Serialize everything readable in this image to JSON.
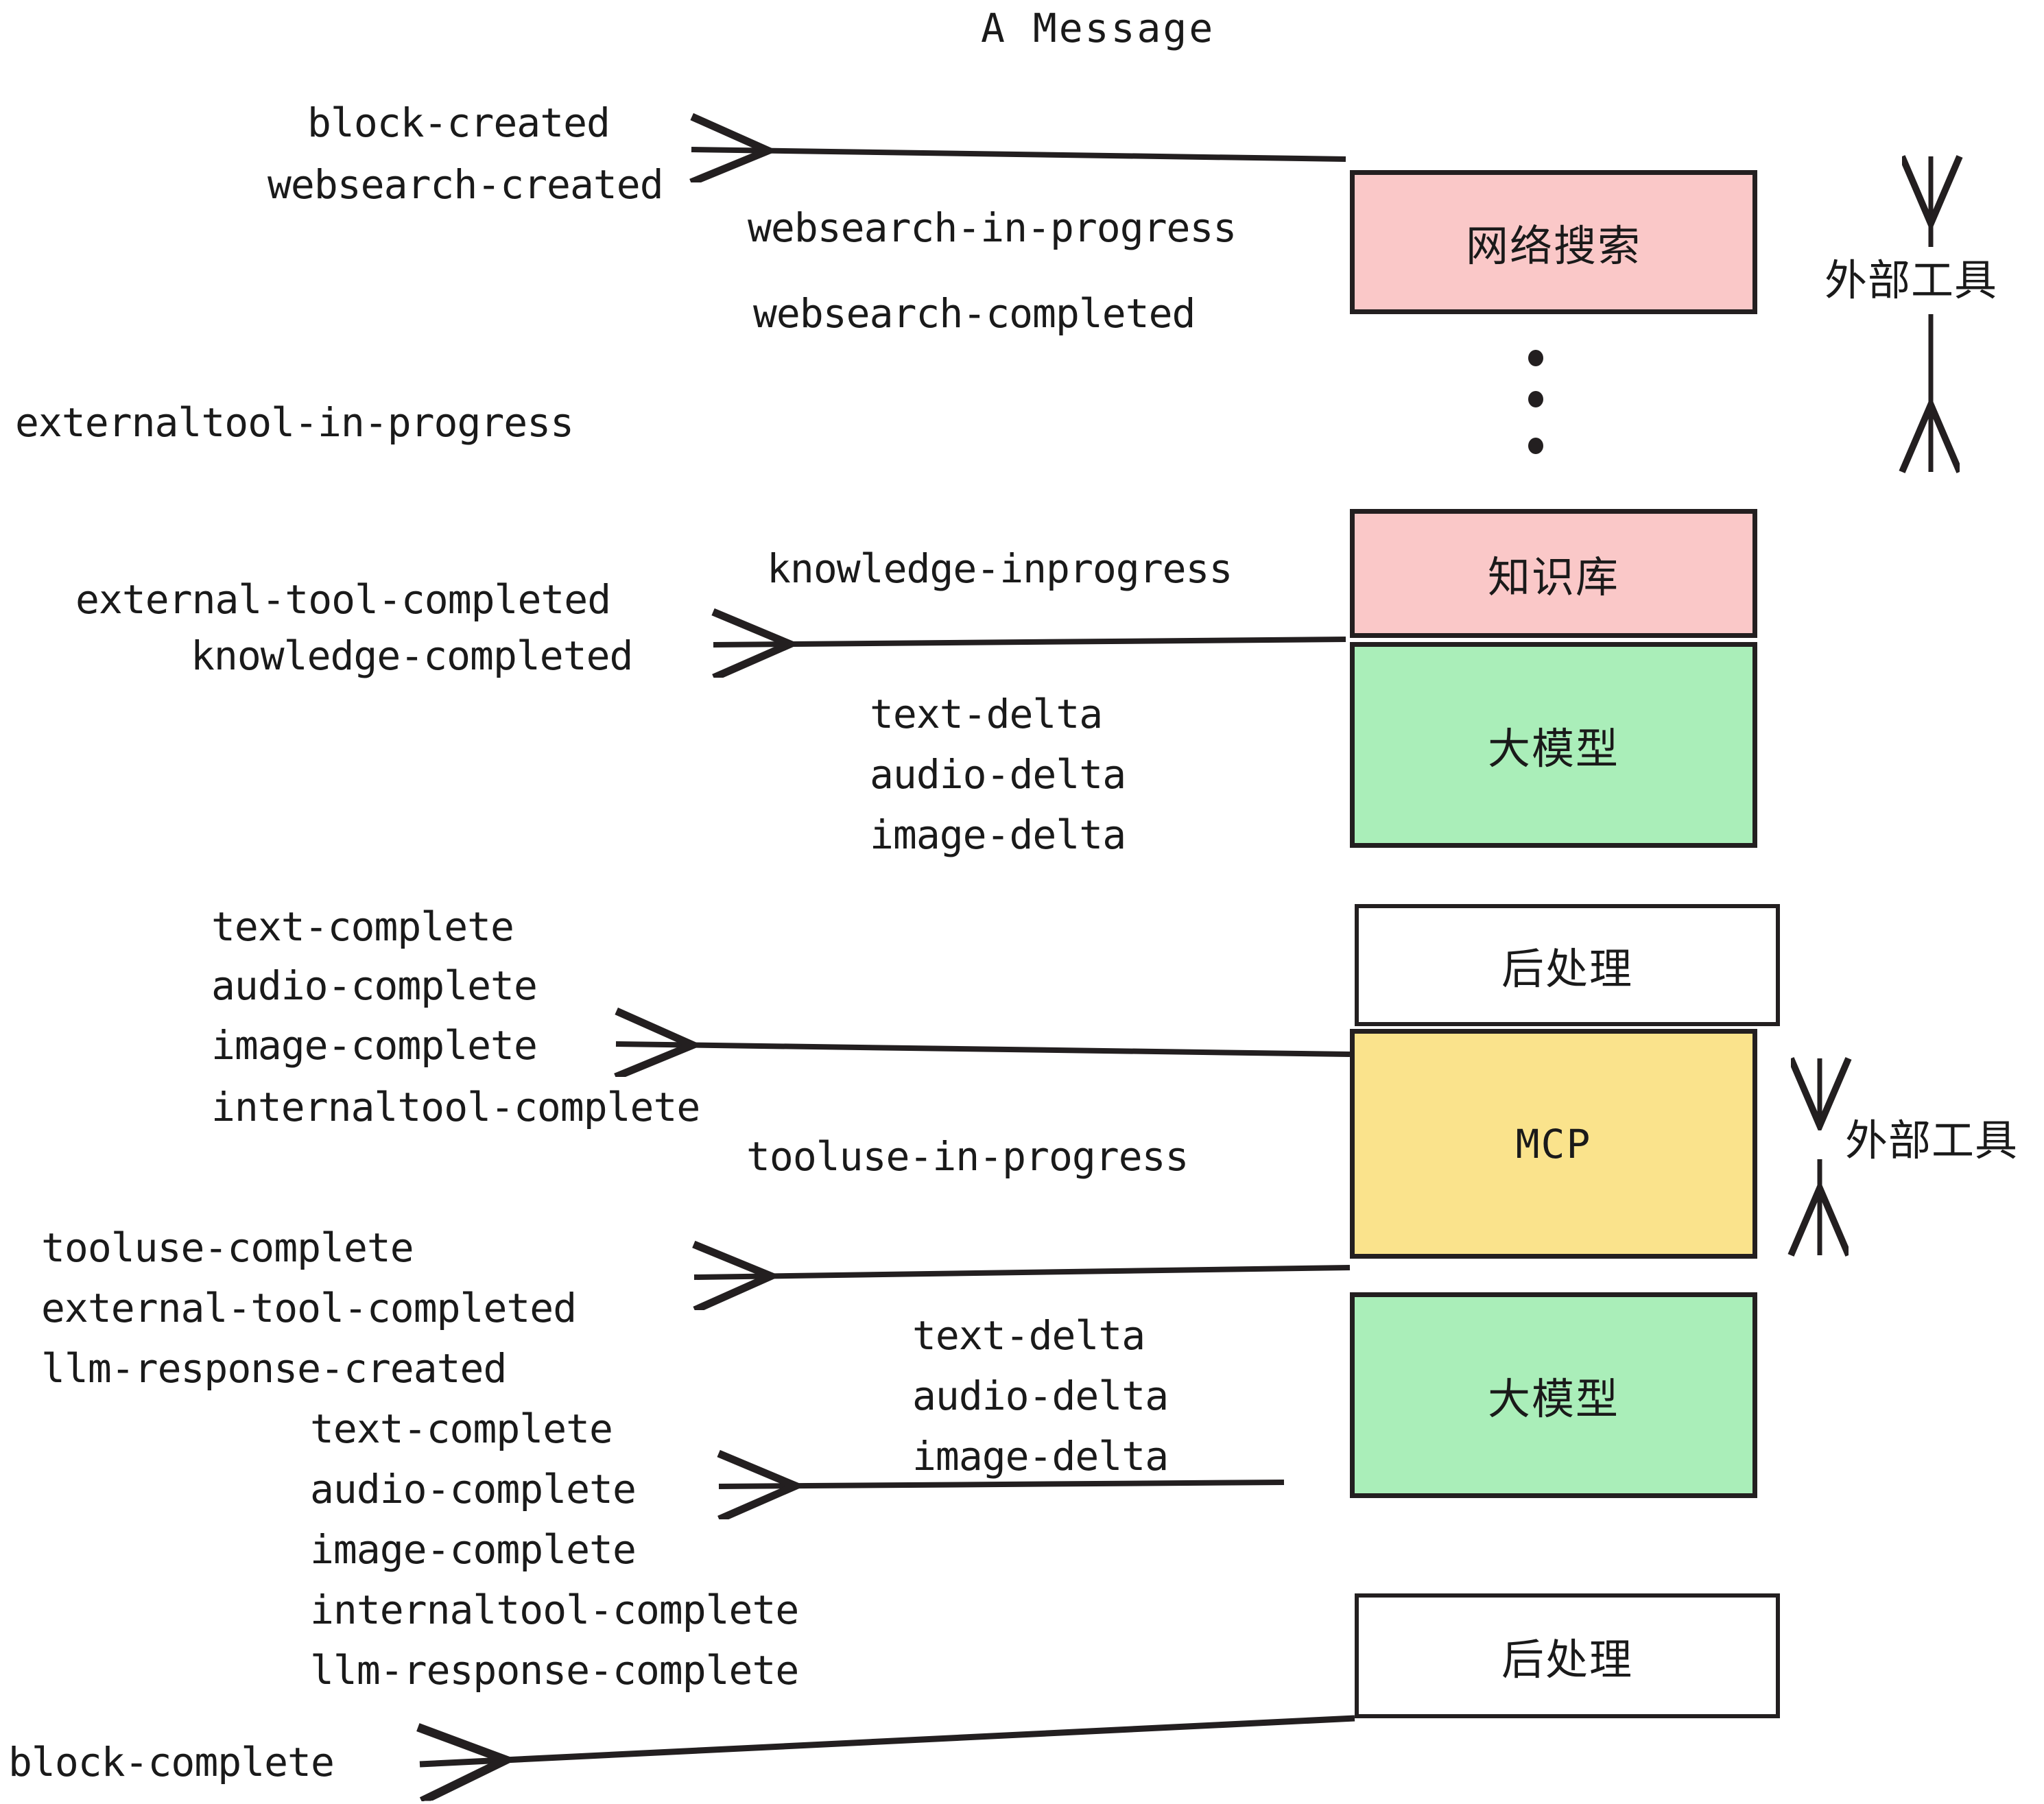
{
  "title": "A Message",
  "events": {
    "block_created": "block-created",
    "websearch_created": "websearch-created",
    "websearch_in_progress": "websearch-in-progress",
    "websearch_completed": "websearch-completed",
    "externaltool_in_progress": "externaltool-in-progress",
    "knowledge_inprogress": "knowledge-inprogress",
    "external_tool_completed_1": "external-tool-completed",
    "knowledge_completed": "knowledge-completed",
    "text_delta_1": "text-delta",
    "audio_delta_1": "audio-delta",
    "image_delta_1": "image-delta",
    "text_complete_1": "text-complete",
    "audio_complete_1": "audio-complete",
    "image_complete_1": "image-complete",
    "internaltool_complete_1": "internaltool-complete",
    "tooluse_in_progress": "tooluse-in-progress",
    "tooluse_complete": "tooluse-complete",
    "external_tool_completed_2": "external-tool-completed",
    "llm_response_created": "llm-response-created",
    "text_delta_2": "text-delta",
    "audio_delta_2": "audio-delta",
    "image_delta_2": "image-delta",
    "text_complete_2": "text-complete",
    "audio_complete_2": "audio-complete",
    "image_complete_2": "image-complete",
    "internaltool_complete_2": "internaltool-complete",
    "llm_response_complete": "llm-response-complete",
    "block_complete": "block-complete"
  },
  "nodes": {
    "websearch": {
      "label": "网络搜索",
      "color": "#fac8c8"
    },
    "knowledge": {
      "label": "知识库",
      "color": "#fac8c8"
    },
    "llm_1": {
      "label": "大模型",
      "color": "#aaeeb9"
    },
    "postprocess_1": {
      "label": "后处理",
      "color": "#ffffff"
    },
    "mcp": {
      "label": "MCP",
      "color": "#fae38c"
    },
    "llm_2": {
      "label": "大模型",
      "color": "#aaeeb9"
    },
    "postprocess_2": {
      "label": "后处理",
      "color": "#ffffff"
    }
  },
  "annotations": {
    "external_tools_top": "外部工具",
    "external_tools_bottom": "外部工具"
  },
  "colors": {
    "stroke": "#231f20",
    "text": "#1a1a1a",
    "pink": "#fac8c8",
    "green": "#aaeeb9",
    "yellow": "#fae38c",
    "white": "#ffffff"
  }
}
